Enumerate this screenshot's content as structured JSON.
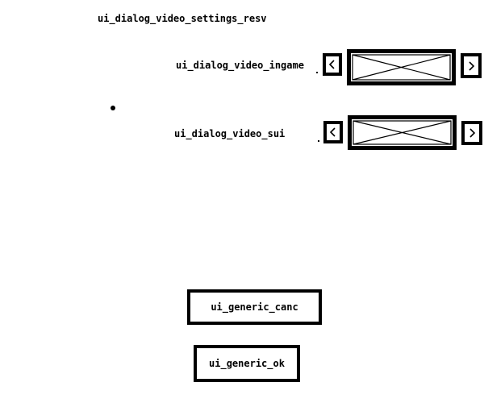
{
  "dialog": {
    "title": "ui_dialog_video_settings_resv",
    "rows": [
      {
        "label": "ui_dialog_video_ingame",
        "prev_icon": "chevron-left-icon",
        "next_icon": "chevron-right-icon",
        "value_icon": "missing-image-icon"
      },
      {
        "label": "ui_dialog_video_sui",
        "prev_icon": "chevron-left-icon",
        "next_icon": "chevron-right-icon",
        "value_icon": "missing-image-icon"
      }
    ],
    "buttons": {
      "cancel_label": "ui_generic_canc",
      "ok_label": "ui_generic_ok"
    }
  },
  "colors": {
    "background": "#ffffff",
    "foreground": "#000000"
  }
}
